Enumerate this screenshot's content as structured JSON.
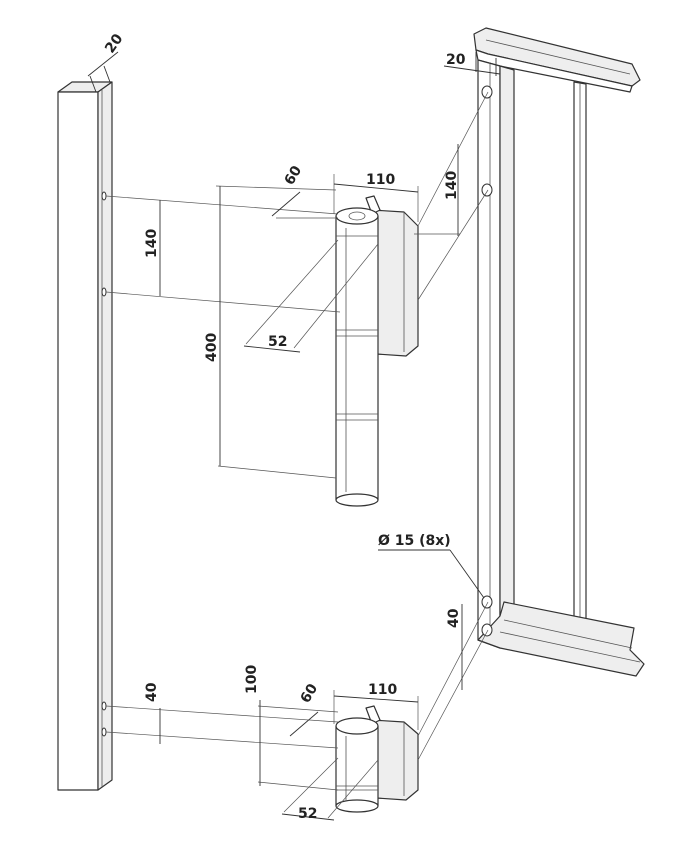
{
  "dimensions": {
    "post_width": "20",
    "frame_width": "20",
    "top_offset_60": "60",
    "top_width_110": "110",
    "top_spacing_140_left": "140",
    "top_spacing_140_right": "140",
    "top_diameter_52": "52",
    "height_400": "400",
    "hole_spec": "Ø 15 (8x)",
    "bottom_spacing_40_right": "40",
    "bottom_spacing_40_left": "40",
    "bottom_height_100": "100",
    "bottom_offset_60": "60",
    "bottom_width_110": "110",
    "bottom_diameter_52": "52"
  },
  "colors": {
    "line": "#333333",
    "background": "#ffffff",
    "shade": "#eeeeee"
  }
}
